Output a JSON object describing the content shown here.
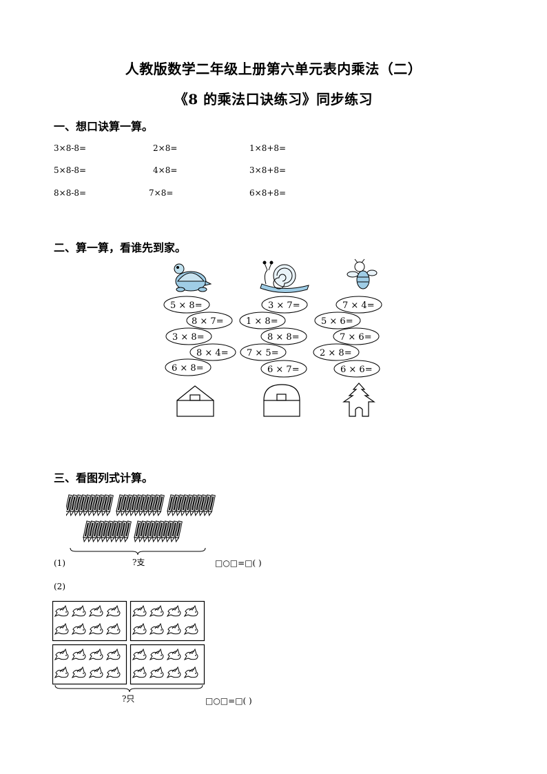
{
  "title_line1": "人教版数学二年级上册第六单元表内乘法（二）",
  "title_line2": "《8 的乘法口诀练习》同步练习",
  "section1": {
    "heading": "一、想口诀算一算。",
    "rows": [
      [
        "3×8-8=",
        "2×8=",
        "1×8+8="
      ],
      [
        "5×8-8=",
        "4×8=",
        "3×8+8="
      ],
      [
        "8×8-8=",
        "7×8=",
        "6×8+8="
      ]
    ]
  },
  "section2": {
    "heading": "二、算一算，看谁先到家。",
    "columns": [
      {
        "animal": "turtle",
        "house": "house",
        "stones": [
          "5 × 8=",
          "8 × 7=",
          "3 × 8=",
          "8 × 4=",
          "6 × 8="
        ]
      },
      {
        "animal": "snail",
        "house": "dome-house",
        "stones": [
          "3 × 7=",
          "1 × 8=",
          "8 × 8=",
          "7 × 5=",
          "6 × 7="
        ]
      },
      {
        "animal": "bee",
        "house": "tree-house",
        "stones": [
          "7 × 4=",
          "5 × 6=",
          "7 × 6=",
          "2 × 8=",
          "6 × 6="
        ]
      }
    ]
  },
  "section3": {
    "heading": "三、看图列式计算。",
    "q1": {
      "label": "(1)",
      "brace_label": "?支",
      "formula": "□○□=□(      )"
    },
    "q2": {
      "label": "(2)",
      "brace_label": "?只",
      "formula": "□○□=□(      )"
    }
  }
}
